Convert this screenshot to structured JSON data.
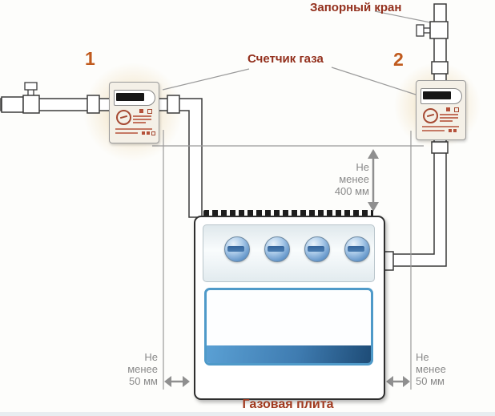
{
  "diagram": {
    "callouts": {
      "shutoff_valve": "Запорный кран",
      "gas_meter": "Счетчик газа",
      "gas_stove": "Газовая плита",
      "meter1_number": "1",
      "meter2_number": "2"
    },
    "dimensions": {
      "vertical": {
        "l1": "Не",
        "l2": "менее",
        "l3": "400 мм"
      },
      "left": {
        "l1": "Не",
        "l2": "менее",
        "l3": "50 мм"
      },
      "right": {
        "l1": "Не",
        "l2": "менее",
        "l3": "50 мм"
      }
    },
    "colors": {
      "callout_red": "#93301d",
      "number_orange": "#c05a1d",
      "dimension_gray": "#8a8a8a",
      "pipe_outline": "#3b3b3b",
      "knob_blue": "#6496ca",
      "oven_band_dark": "#1e4c77",
      "glow_beige": "#f6edda"
    }
  }
}
